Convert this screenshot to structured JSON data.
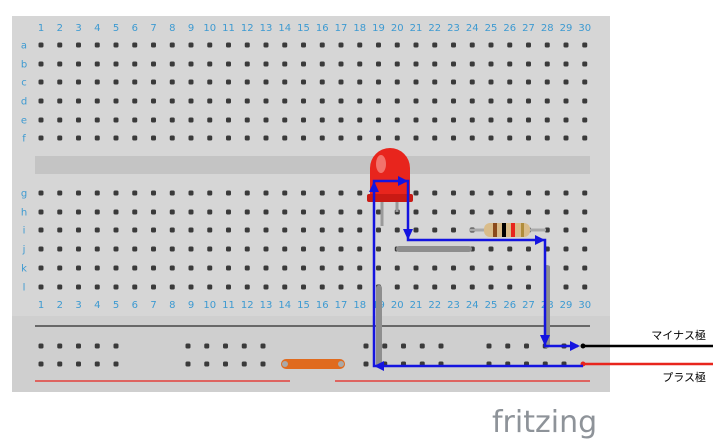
{
  "breadboard": {
    "columns": [
      "1",
      "2",
      "3",
      "4",
      "5",
      "6",
      "7",
      "8",
      "9",
      "10",
      "11",
      "12",
      "13",
      "14",
      "15",
      "16",
      "17",
      "18",
      "19",
      "20",
      "21",
      "22",
      "23",
      "24",
      "25",
      "26",
      "27",
      "28",
      "29",
      "30"
    ],
    "rows_top": [
      "a",
      "b",
      "c",
      "d",
      "e",
      "f"
    ],
    "rows_bottom": [
      "g",
      "h",
      "i",
      "j",
      "k",
      "l"
    ]
  },
  "labels": {
    "minus": "マイナス極",
    "plus": "プラス極"
  },
  "components": {
    "led": {
      "color": "#e8251d"
    },
    "resistor": {
      "bands": [
        "#8b4a1c",
        "#000000",
        "#e8251d"
      ]
    },
    "jumpers": {
      "gray": "#8e8e8e",
      "orange": "#e06b1f"
    }
  },
  "current_path_color": "#1414e0",
  "wire_colors": {
    "minus": "#000000",
    "plus": "#e8251d"
  },
  "brand": "fritzing"
}
